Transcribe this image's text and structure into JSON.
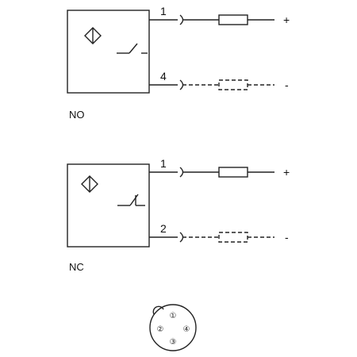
{
  "diagrams": [
    {
      "label": "NO",
      "wires": [
        {
          "pin": "1",
          "polarity": "+",
          "load": "solid"
        },
        {
          "pin": "4",
          "polarity": "-",
          "load": "dashed"
        }
      ]
    },
    {
      "label": "NC",
      "wires": [
        {
          "pin": "1",
          "polarity": "+",
          "load": "solid"
        },
        {
          "pin": "2",
          "polarity": "-",
          "load": "dashed"
        }
      ]
    }
  ],
  "connector": {
    "pins": [
      "①",
      "②",
      "③",
      "④"
    ]
  }
}
